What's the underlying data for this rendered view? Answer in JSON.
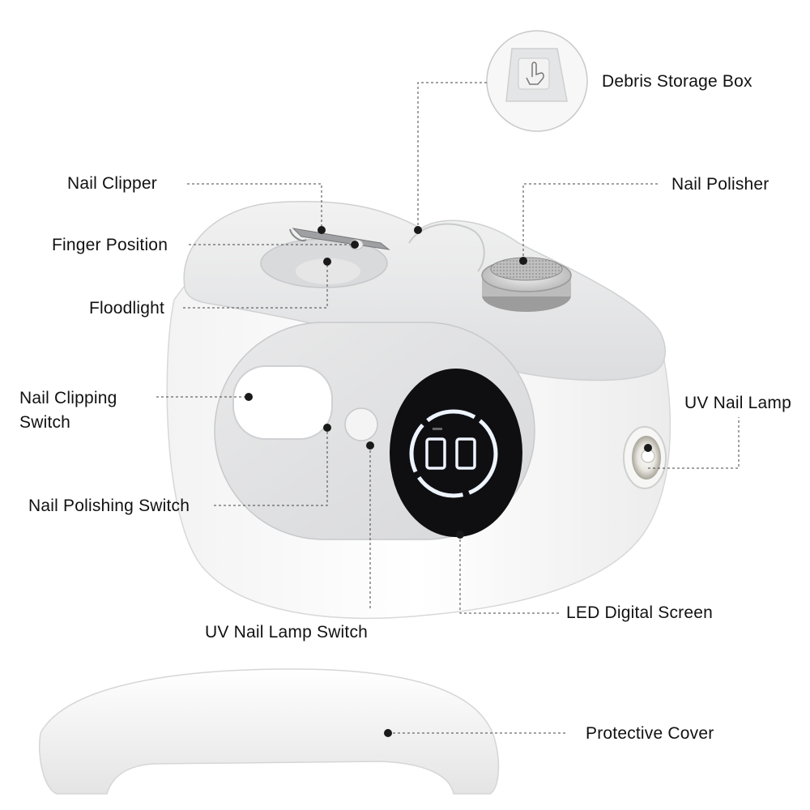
{
  "colors": {
    "accent": "#1a1a1a",
    "device_body": "#ffffff",
    "device_top": "#e6e7e8",
    "screen": "#0f0f12",
    "screen_glow": "#eef4ff"
  },
  "display": {
    "value": "00"
  },
  "icons": {
    "debris_inset": "hand-pointer-icon",
    "callout_dot": "dot-icon"
  },
  "labels": {
    "debris_storage_box": "Debris Storage Box",
    "nail_clipper": "Nail Clipper",
    "nail_polisher": "Nail Polisher",
    "finger_position": "Finger Position",
    "floodlight": "Floodlight",
    "nail_clipping_switch_line1": "Nail Clipping",
    "nail_clipping_switch_line2": "Switch",
    "uv_nail_lamp": "UV Nail Lamp",
    "nail_polishing_switch": "Nail Polishing Switch",
    "led_digital_screen": "LED Digital Screen",
    "uv_nail_lamp_switch": "UV Nail Lamp Switch",
    "protective_cover": "Protective Cover"
  }
}
